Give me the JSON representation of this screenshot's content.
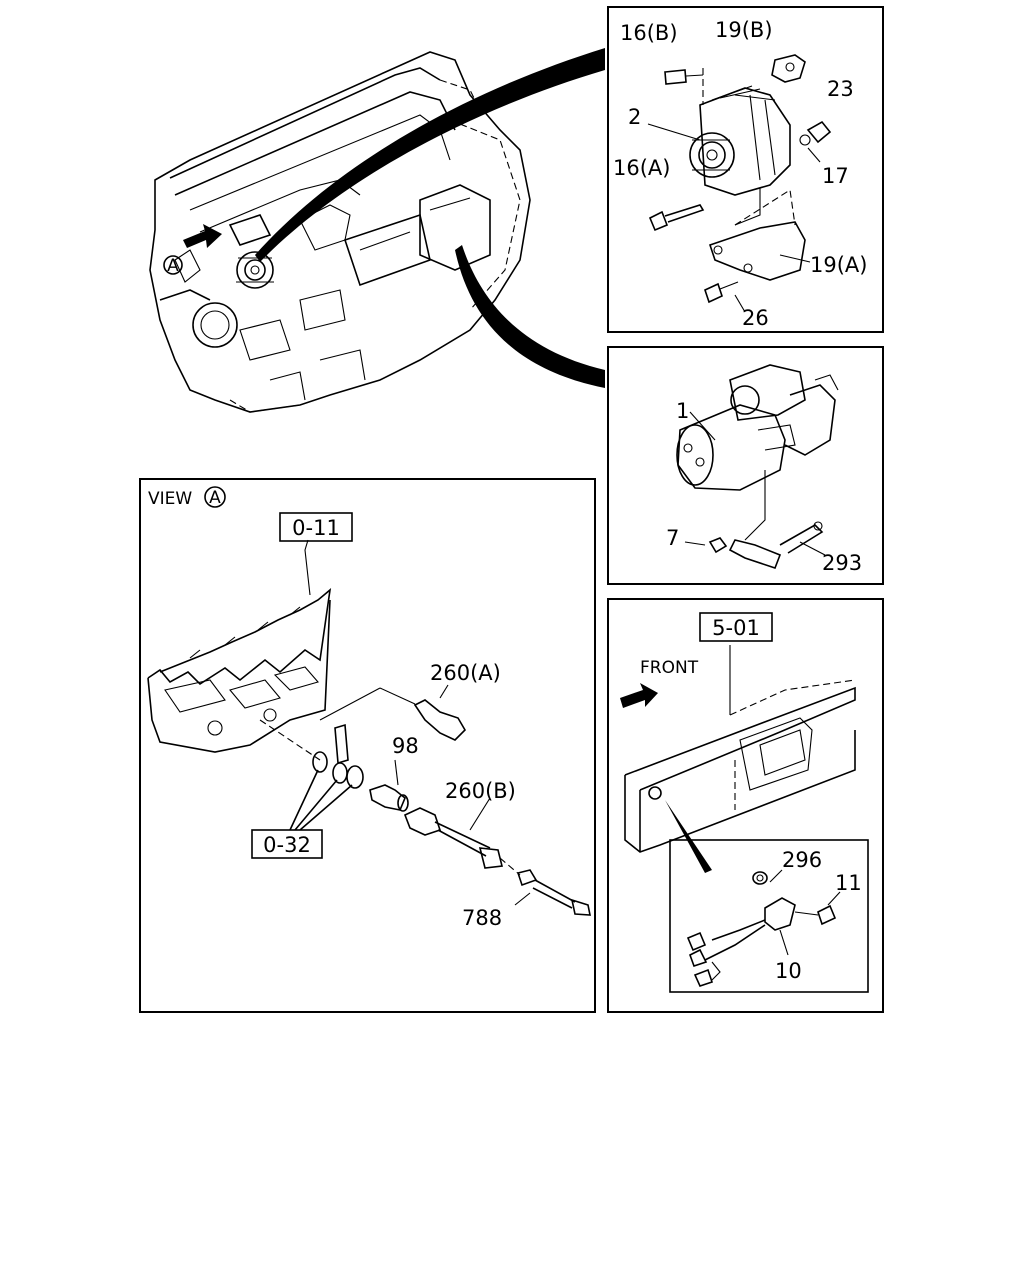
{
  "view_label": "VIEW",
  "circle_a": "A",
  "refs": {
    "r0_11": "0-11",
    "r0_32": "0-32",
    "r5_01": "5-01"
  },
  "front_label": "FRONT",
  "callouts": {
    "c16b": "16(B)",
    "c19b": "19(B)",
    "c23": "23",
    "c2": "2",
    "c16a": "16(A)",
    "c17": "17",
    "c19a": "19(A)",
    "c26": "26",
    "c1": "1",
    "c7": "7",
    "c293": "293",
    "c260a": "260(A)",
    "c98": "98",
    "c260b": "260(B)",
    "c788": "788",
    "c296": "296",
    "c11": "11",
    "c10": "10"
  }
}
